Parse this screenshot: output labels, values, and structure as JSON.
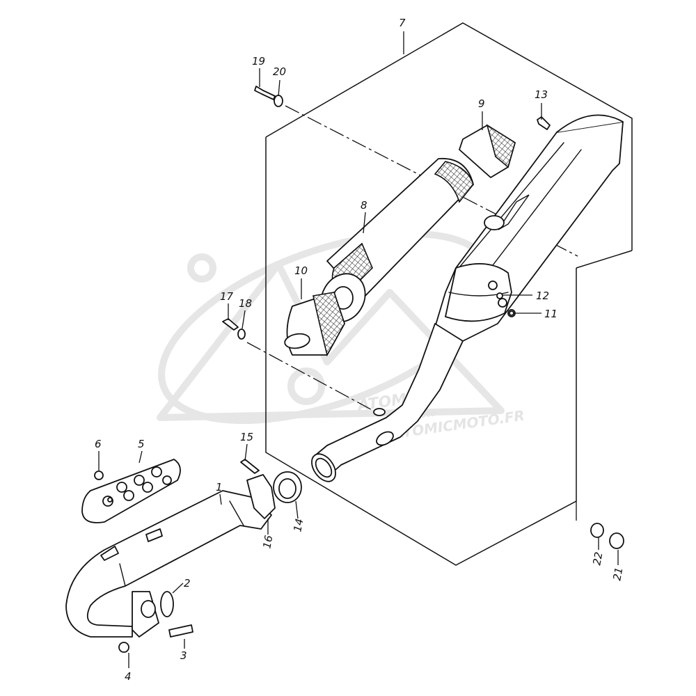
{
  "watermark": {
    "brand": "ATOMIC",
    "sub": "moto",
    "url": "WWW.ATOMICMOTO.FR"
  },
  "callouts": [
    {
      "id": "1",
      "label": "1"
    },
    {
      "id": "2",
      "label": "2"
    },
    {
      "id": "3",
      "label": "3"
    },
    {
      "id": "4",
      "label": "4"
    },
    {
      "id": "5",
      "label": "5"
    },
    {
      "id": "6",
      "label": "6"
    },
    {
      "id": "7",
      "label": "7"
    },
    {
      "id": "8",
      "label": "8"
    },
    {
      "id": "9",
      "label": "9"
    },
    {
      "id": "10",
      "label": "10"
    },
    {
      "id": "11",
      "label": "11"
    },
    {
      "id": "12",
      "label": "12"
    },
    {
      "id": "13",
      "label": "13"
    },
    {
      "id": "14",
      "label": "14"
    },
    {
      "id": "15",
      "label": "15"
    },
    {
      "id": "16",
      "label": "16"
    },
    {
      "id": "17",
      "label": "17"
    },
    {
      "id": "18",
      "label": "18"
    },
    {
      "id": "19",
      "label": "19"
    },
    {
      "id": "20",
      "label": "20"
    },
    {
      "id": "21",
      "label": "21"
    },
    {
      "id": "22",
      "label": "22"
    }
  ]
}
